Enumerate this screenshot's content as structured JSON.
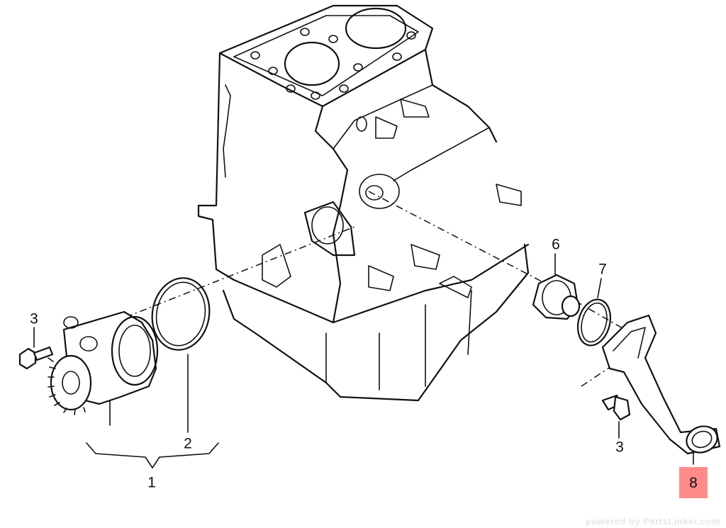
{
  "callouts": {
    "c1": "1",
    "c2": "2",
    "c3a": "3",
    "c3b": "3",
    "c6": "6",
    "c7": "7",
    "c8": "8"
  },
  "highlight_color": "#ff8a8a",
  "watermark": "powered by PartsLinker.com"
}
